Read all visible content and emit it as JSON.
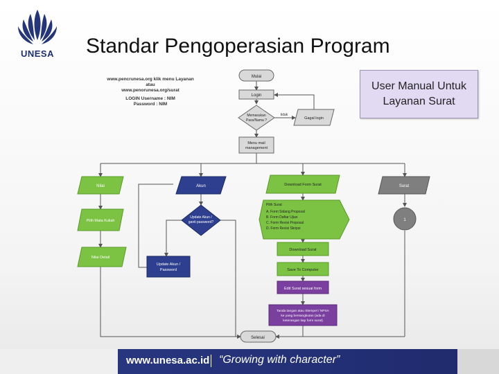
{
  "slide": {
    "logo_text": "UNESA",
    "title": "Standar Pengoperasian Program",
    "callout": "User Manual Untuk Layanan Surat"
  },
  "login_info": {
    "line1": "www.pencrunesa.org klik menu Layanan",
    "line2": "atau",
    "line3": "www.penorunesa.org/surat",
    "line4": "LOGIN Username : NIM",
    "line5": "Password : NIM"
  },
  "flow": {
    "mulai": "Mulai",
    "login": "Login",
    "memasukan": "Memasukan",
    "memasukan2": "Pass/Nama ?",
    "tidak": "tidak",
    "gagal": "Gagal login",
    "menu1": "Menu mail",
    "menu2": "management",
    "nilai": "Nilai",
    "akun": "Akun",
    "download_form": "Download Form Surat",
    "surat": "Surat",
    "pilih_matkul": "Pilih Mata Kuliah",
    "update1": "Update Akun /",
    "update2": "ganti password?",
    "circle": "1",
    "pilih_surat": "Pilih Surat",
    "opt_a": "A. Form Sidang Proposal",
    "opt_b": "B. Form Daftar Ujian",
    "opt_c": "C. Form Revisi Proposal",
    "opt_d": "D. Form Revisi Skripsi",
    "nilai_detail": "Nilai Detail",
    "update_akun1": "Update Akun /",
    "update_akun2": "Password",
    "download_surat": "Download Surat",
    "save": "Save To Computer",
    "edit": "Edit Surat sesuai form",
    "ttd1": "Tanda tangan atau Stempel / NPSA",
    "ttd2": "ke yang bersangkutan (ada di",
    "ttd3": "keterangan tiap form surat)",
    "selesai": "Selesai"
  },
  "footer": {
    "url": "www.unesa.ac.id",
    "motto": "“Growing with character”"
  },
  "colors": {
    "green": "#7cc243",
    "navy": "#2e3f8f",
    "gray": "#7f7f7f",
    "purple": "#7b3fa0",
    "footer": "#25337a"
  }
}
